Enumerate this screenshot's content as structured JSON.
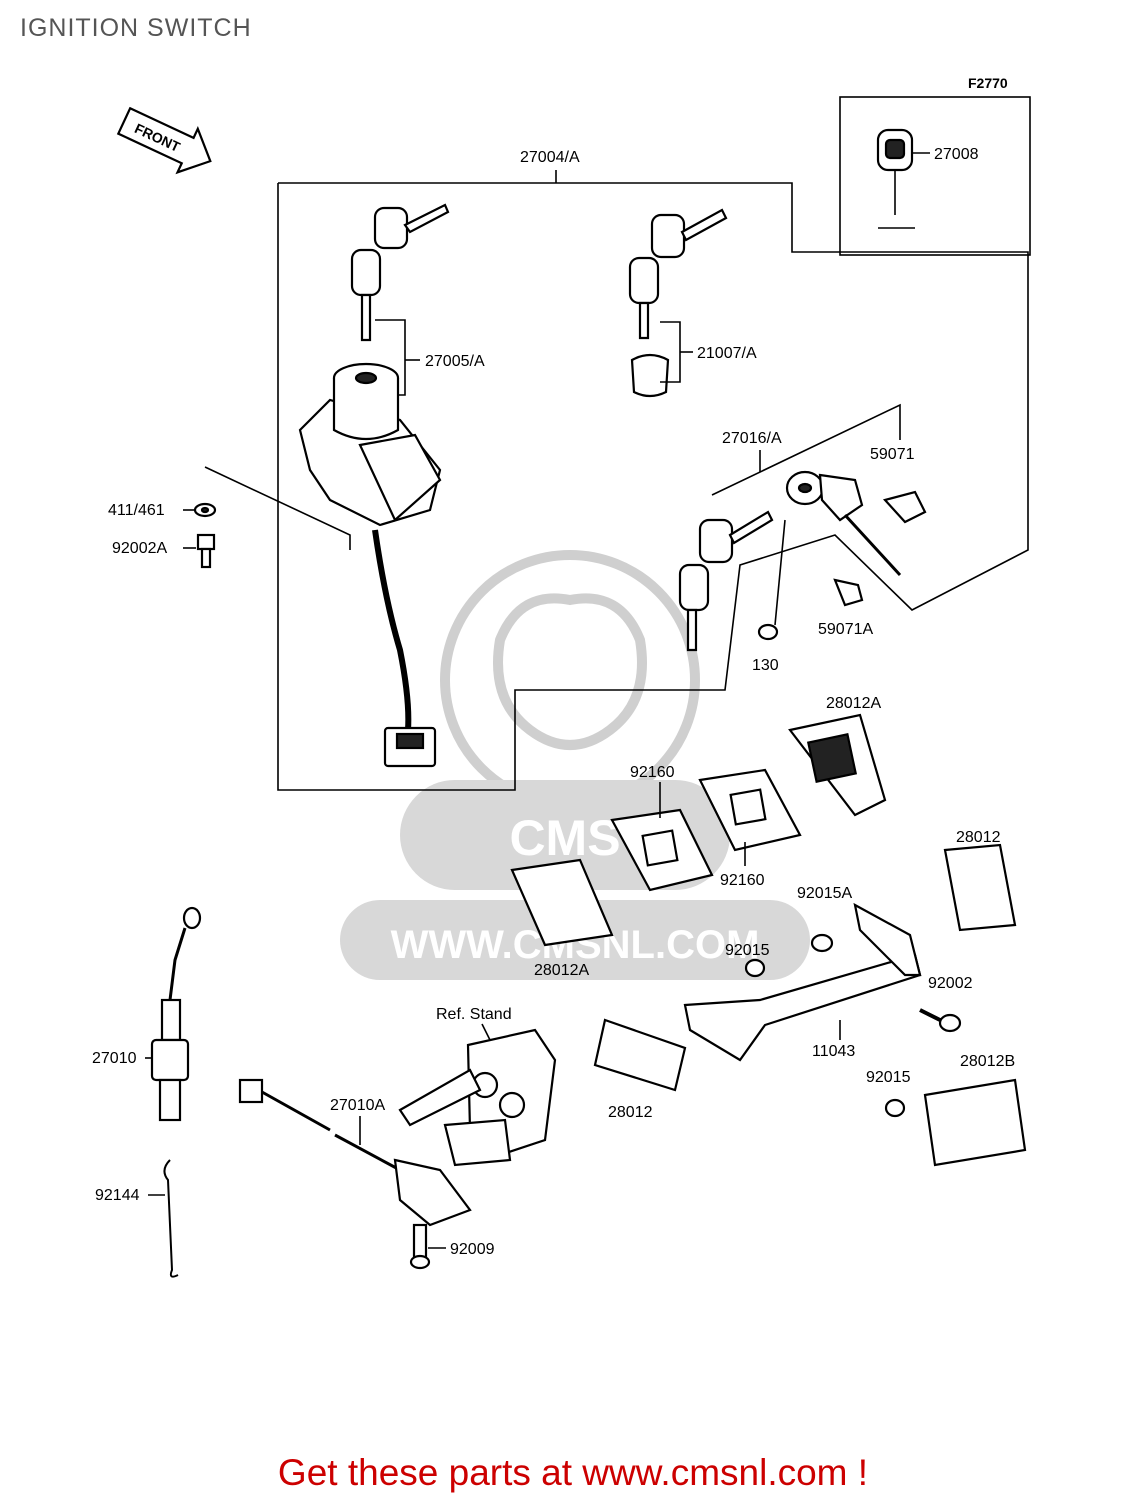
{
  "title": "IGNITION SWITCH",
  "figure_code": "F2770",
  "front_label": "FRONT",
  "watermark_text": "WWW.CMSNL.COM",
  "watermark_logo": "CMS",
  "ref_label": "Ref. Stand",
  "footer": {
    "text": "Get these parts at www.cmsnl.com !",
    "color": "#cc0000"
  },
  "parts": {
    "p27004A": "27004/A",
    "p27005A": "27005/A",
    "p21007A": "21007/A",
    "p27016A": "27016/A",
    "p27008": "27008",
    "p59071": "59071",
    "p59071A": "59071A",
    "p130": "130",
    "p411_461": "411/461",
    "p92002A": "92002A",
    "p28012A_top": "28012A",
    "p92160_a": "92160",
    "p92160_b": "92160",
    "p28012_right": "28012",
    "p92015A": "92015A",
    "p92015_a": "92015",
    "p28012A_bot": "28012A",
    "p92002": "92002",
    "p11043": "11043",
    "p28012B": "28012B",
    "p92015_b": "92015",
    "p28012_bot": "28012",
    "p27010": "27010",
    "p27010A": "27010A",
    "p92144": "92144",
    "p92009": "92009"
  }
}
